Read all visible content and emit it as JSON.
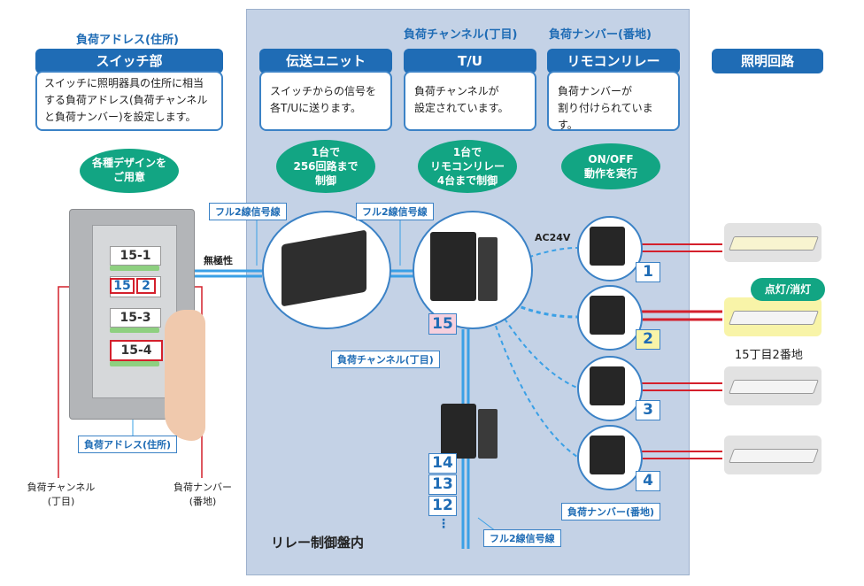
{
  "left": {
    "heading": "負荷アドレス(住所)",
    "title": "スイッチ部",
    "desc": [
      "スイッチに照明器具の住所に相当",
      "する負荷アドレス(負荷チャンネル",
      "と負荷ナンバー)を設定します。"
    ],
    "bubble": [
      "各種デザインを",
      "ご用意"
    ],
    "rows": [
      "15-1",
      "15",
      "2",
      "15-3",
      "15-4"
    ],
    "address_tag": "負荷アドレス(住所)",
    "channel_label": [
      "負荷チャンネル",
      "(丁目)"
    ],
    "number_label": [
      "負荷ナンバー",
      "(番地)"
    ],
    "polarity": "無極性"
  },
  "transmission": {
    "title": "伝送ユニット",
    "desc": [
      "スイッチからの信号を",
      "各T/Uに送ります。"
    ],
    "bubble": [
      "1台で",
      "256回路まで",
      "制御"
    ],
    "signal_left": "フル2線信号線",
    "signal_mid": "フル2線信号線"
  },
  "tu": {
    "heading": "負荷チャンネル(丁目)",
    "title": "T/U",
    "desc": [
      "負荷チャンネルが",
      "設定されています。"
    ],
    "bubble": [
      "1台で",
      "リモコンリレー",
      "4台まで制御"
    ],
    "channel_num": "15",
    "channel_tag": "負荷チャンネル(丁目)",
    "stack": [
      "14",
      "13",
      "12",
      "⋮"
    ],
    "signal_bottom": "フル2線信号線",
    "panel_label": "リレー制御盤内"
  },
  "relay": {
    "heading": "負荷ナンバー(番地)",
    "title": "リモコンリレー",
    "desc": [
      "負荷ナンバーが",
      "割り付けられています。"
    ],
    "bubble": [
      "ON/OFF",
      "動作を実行"
    ],
    "ac": "AC24V",
    "numbers": [
      "1",
      "2",
      "3",
      "4"
    ],
    "number_tag": "負荷ナンバー(番地)"
  },
  "lighting": {
    "title": "照明回路",
    "onoff_bubble": "点灯/消灯",
    "address": "15丁目2番地"
  },
  "colors": {
    "accent": "#1f6cb5",
    "bubble": "#12a583",
    "panel": "#c4d2e6",
    "wire_red": "#d4202c",
    "signal": "#3aa0e6",
    "highlight": "#f8f4a8"
  }
}
